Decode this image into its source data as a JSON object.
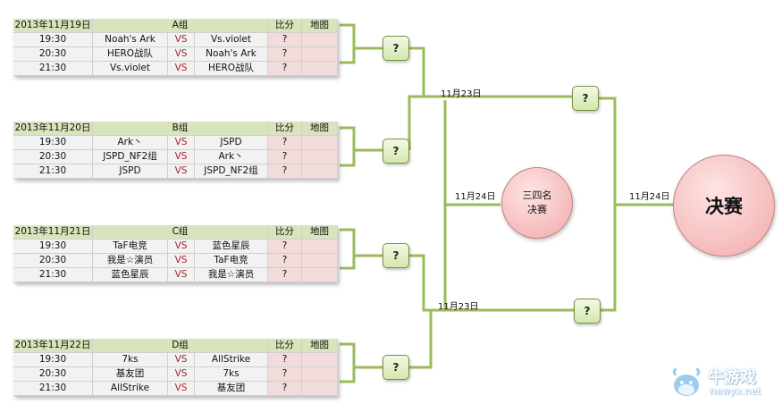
{
  "groups": [
    {
      "date": "2013年11月19日",
      "name": "A组",
      "score_h": "比分",
      "map_h": "地图",
      "matches": [
        {
          "time": "19:30",
          "t1": "Noah's Ark",
          "vs": "VS",
          "t2": "Vs.violet",
          "score": "?",
          "map": ""
        },
        {
          "time": "20:30",
          "t1": "HERO战队",
          "vs": "VS",
          "t2": "Noah's Ark",
          "score": "?",
          "map": ""
        },
        {
          "time": "21:30",
          "t1": "Vs.violet",
          "vs": "VS",
          "t2": "HERO战队",
          "score": "?",
          "map": ""
        }
      ]
    },
    {
      "date": "2013年11月20日",
      "name": "B组",
      "score_h": "比分",
      "map_h": "地图",
      "matches": [
        {
          "time": "19:30",
          "t1": "Ark丶",
          "vs": "VS",
          "t2": "JSPD",
          "score": "?",
          "map": ""
        },
        {
          "time": "20:30",
          "t1": "JSPD_NF2组",
          "vs": "VS",
          "t2": "Ark丶",
          "score": "?",
          "map": ""
        },
        {
          "time": "21:30",
          "t1": "JSPD",
          "vs": "VS",
          "t2": "JSPD_NF2组",
          "score": "?",
          "map": ""
        }
      ]
    },
    {
      "date": "2013年11月21日",
      "name": "C组",
      "score_h": "比分",
      "map_h": "地图",
      "matches": [
        {
          "time": "19:30",
          "t1": "TaF电竞",
          "vs": "VS",
          "t2": "蓝色星辰",
          "score": "?",
          "map": ""
        },
        {
          "time": "20:30",
          "t1": "我是☆演员",
          "vs": "VS",
          "t2": "TaF电竞",
          "score": "?",
          "map": ""
        },
        {
          "time": "21:30",
          "t1": "蓝色星辰",
          "vs": "VS",
          "t2": "我是☆演员",
          "score": "?",
          "map": ""
        }
      ]
    },
    {
      "date": "2013年11月22日",
      "name": "D组",
      "score_h": "比分",
      "map_h": "地图",
      "matches": [
        {
          "time": "19:30",
          "t1": "7ks",
          "vs": "VS",
          "t2": "AllStrike",
          "score": "?",
          "map": ""
        },
        {
          "time": "20:30",
          "t1": "基友团",
          "vs": "VS",
          "t2": "7ks",
          "score": "?",
          "map": ""
        },
        {
          "time": "21:30",
          "t1": "AllStrike",
          "vs": "VS",
          "t2": "基友团",
          "score": "?",
          "map": ""
        }
      ]
    }
  ],
  "bracket": {
    "group_winners": [
      "?",
      "?",
      "?",
      "?"
    ],
    "semis": [
      "?",
      "?"
    ],
    "semi_date_top": "11月23日",
    "semi_date_bottom": "11月23日",
    "third_date": "11月24日",
    "final_date": "11月24日",
    "third_place_line1": "三四名",
    "third_place_line2": "决赛",
    "final_label": "决赛"
  },
  "watermark": {
    "brand": "牛游戏",
    "url": "newyx.net"
  },
  "colors": {
    "line": "#9bbb59",
    "header_bg": "#d8e4bc",
    "score_bg": "#f2dcdb",
    "vs": "#a0282d",
    "circle": "#f3a9a9"
  }
}
